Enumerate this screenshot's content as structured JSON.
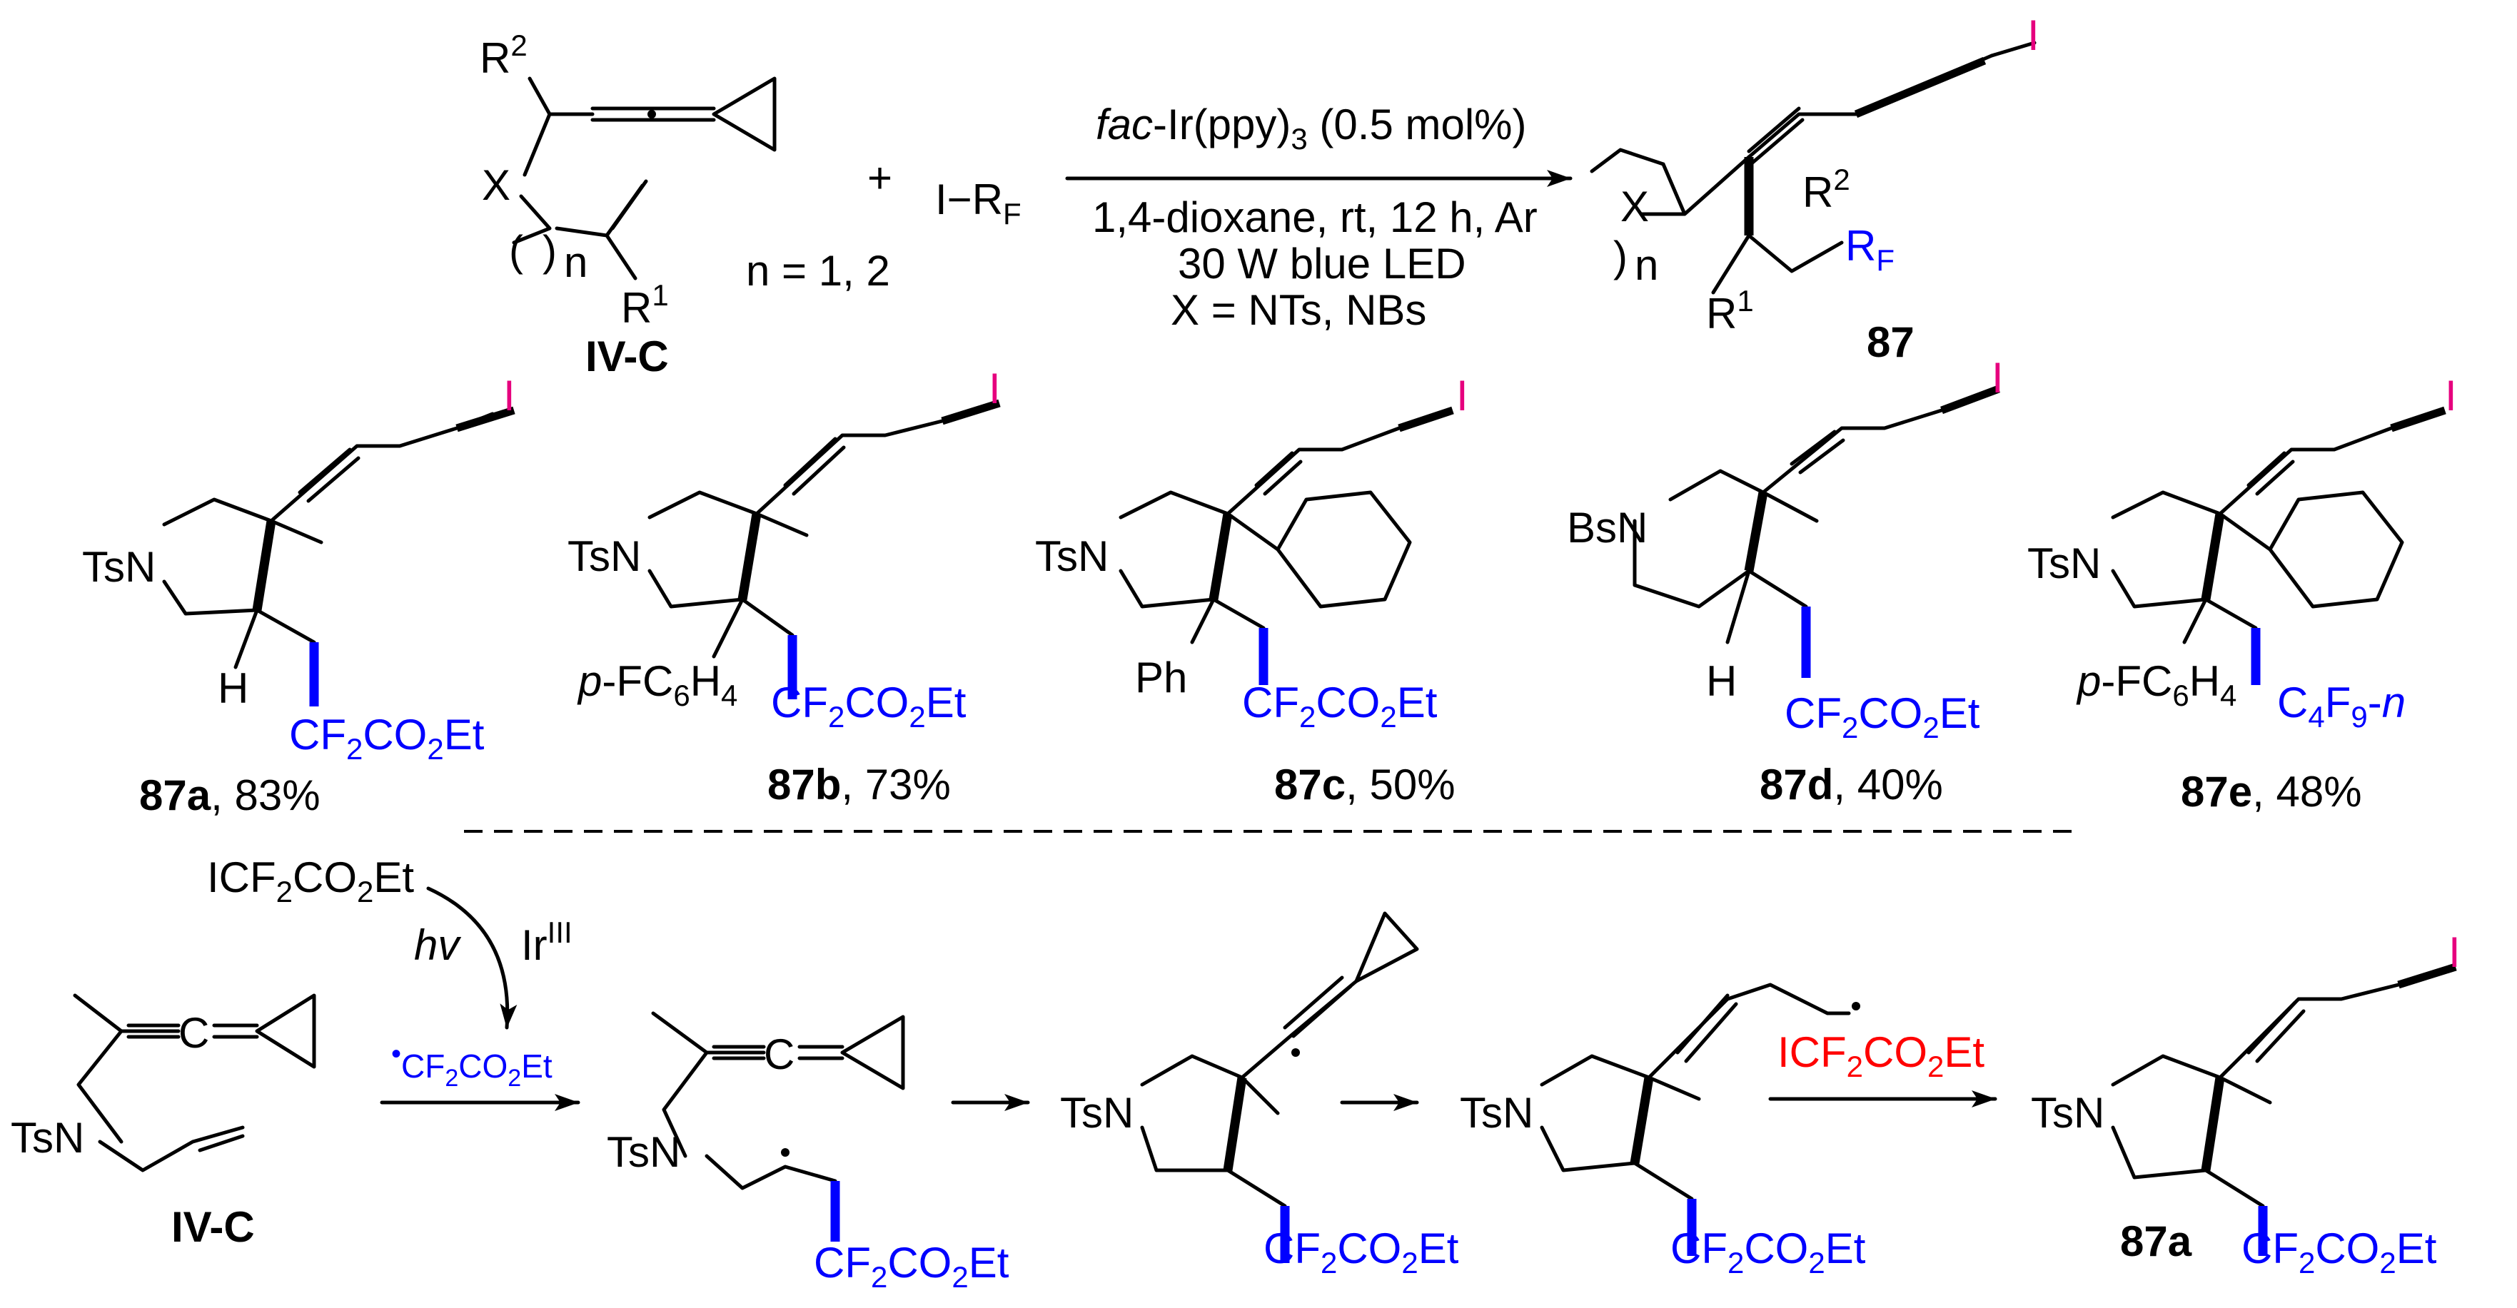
{
  "reaction": {
    "plus": "+",
    "reagent": "I−RF",
    "n_values": "n = 1, 2",
    "substrate_label": "IV-C",
    "product_label": "87",
    "conditions": {
      "line1_italic": "fac",
      "line1_rest": "-Ir(ppy)3 (0.5 mol%)",
      "line2": "1,4-dioxane, rt, 12 h, Ar",
      "line3": "30 W blue LED",
      "line4": "X = NTs, NBs"
    },
    "substituents": {
      "R1": "R1",
      "R2": "R2",
      "RF": "RF",
      "X": "X",
      "n": "n"
    }
  },
  "products": [
    {
      "id": "87a",
      "yield": ", 83%",
      "n_protect": "TsN",
      "sub": "H",
      "rf": "CF2CO2Et"
    },
    {
      "id": "87b",
      "yield": ", 73%",
      "n_protect": "TsN",
      "sub": "p-FC6H4",
      "rf": "CF2CO2Et"
    },
    {
      "id": "87c",
      "yield": ", 50%",
      "n_protect": "TsN",
      "sub": "Ph",
      "rf": "CF2CO2Et"
    },
    {
      "id": "87d",
      "yield": ", 40%",
      "n_protect": "BsN",
      "sub": "H",
      "rf": "CF2CO2Et"
    },
    {
      "id": "87e",
      "yield": ", 48%",
      "n_protect": "TsN",
      "sub": "p-FC6H4",
      "rf": "C4F9-n"
    }
  ],
  "mechanism": {
    "reagent": "ICF2CO2Et",
    "hv": "hv",
    "catalyst": "IrIII",
    "radical": "CF2CO2Et",
    "start_label": "IV-C",
    "end_label": "87a",
    "iodine_transfer": "ICF2CO2Et",
    "ester": "CF2CO2Et",
    "amine": "TsN",
    "iodine": "I",
    "c_center": "C"
  },
  "colors": {
    "blue": "#0000ff",
    "red": "#ff0000",
    "iodine": "#e6007e",
    "black": "#000000"
  }
}
